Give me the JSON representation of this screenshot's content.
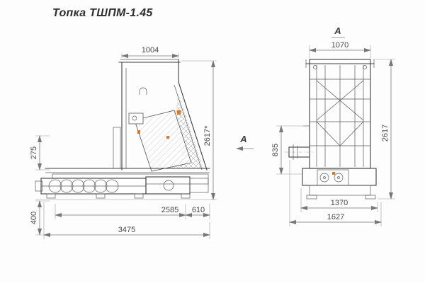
{
  "title": "Топка ТШПМ-1.45",
  "side_view": {
    "dim_top_width": "1004",
    "dim_overall_height": "2617*",
    "dim_left_upper": "275",
    "dim_left_lower": "400",
    "dim_bottom_main": "2585",
    "dim_bottom_right": "610",
    "dim_overall_length": "3475",
    "view_arrow_label": "А"
  },
  "front_view": {
    "view_label": "А",
    "dim_top_width": "1070",
    "dim_shaft_height": "835",
    "dim_overall_height": "2617",
    "dim_bottom_inner": "1370",
    "dim_overall_width": "1627"
  },
  "colors": {
    "line": "#3e3e3e",
    "dim_line": "#777777",
    "text": "#4a4a4a",
    "accent": "#e0761f"
  }
}
